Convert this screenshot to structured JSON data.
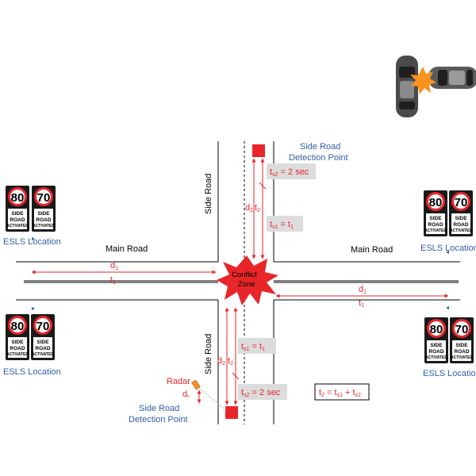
{
  "roads": {
    "main_road_west": "Main Road",
    "main_road_east": "Main Road",
    "side_road_north": "Side Road",
    "side_road_south": "Side Road"
  },
  "conflict_zone": {
    "line1": "Conflict",
    "line2": "Zone"
  },
  "detection_points": {
    "north": {
      "line1": "Side Road",
      "line2": "Detection Point"
    },
    "south": {
      "line1": "Side Road",
      "line2": "Detection Point"
    }
  },
  "radar": {
    "label": "Radar",
    "distance_symbol": "d",
    "distance_sub": "r"
  },
  "esls": {
    "label": "ESLS Location",
    "sign": {
      "speed_a": "80",
      "speed_b": "70",
      "line1": "SIDE",
      "line2": "ROAD",
      "line3": "ACTIVATED"
    }
  },
  "measures": {
    "d": "d",
    "t": "t",
    "sub1": "1",
    "sub2": "2",
    "ts": "t",
    "s1": "s1",
    "s2": "s2",
    "equals": " = ",
    "two_sec": "2 sec"
  },
  "formula": {
    "lhs": "t",
    "lhs_sub": "2",
    "mid": " = t",
    "mid_sub": "s1",
    "plus": " + t",
    "end_sub": "s2"
  },
  "colors": {
    "accent_red": "#e8262a",
    "label_blue": "#2e5fa8",
    "callout_bg": "#dcdcdc",
    "conflict_star": "#e8262a",
    "collision_burst": "#f7931e"
  },
  "icons": [
    "car-collision-icon",
    "conflict-zone-burst",
    "radar-icon",
    "speed-sign-icon"
  ]
}
